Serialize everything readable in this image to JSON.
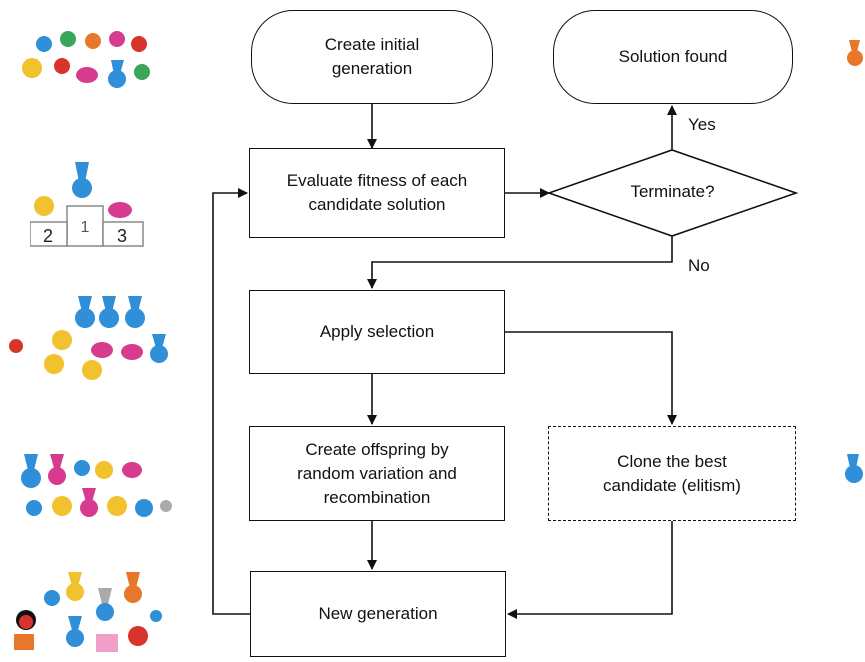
{
  "nodes": {
    "start": "Create initial\ngeneration",
    "solution": "Solution found",
    "evaluate": "Evaluate fitness of each\ncandidate solution",
    "terminate": "Terminate?",
    "selection": "Apply selection",
    "offspring": "Create offspring by\nrandom variation and\nrecombination",
    "elitism": "Clone the best\ncandidate (elitism)",
    "new_generation": "New generation"
  },
  "edge_labels": {
    "yes": "Yes",
    "no": "No"
  },
  "podium": {
    "first": "1",
    "second": "2",
    "third": "3"
  },
  "colors": {
    "line": "#111111",
    "mascot_yellow": "#f2c12e",
    "mascot_blue": "#2f8fd8",
    "mascot_pink": "#d63b8f",
    "mascot_green": "#3aa657",
    "mascot_orange": "#e8772a",
    "mascot_red": "#d9342b"
  }
}
